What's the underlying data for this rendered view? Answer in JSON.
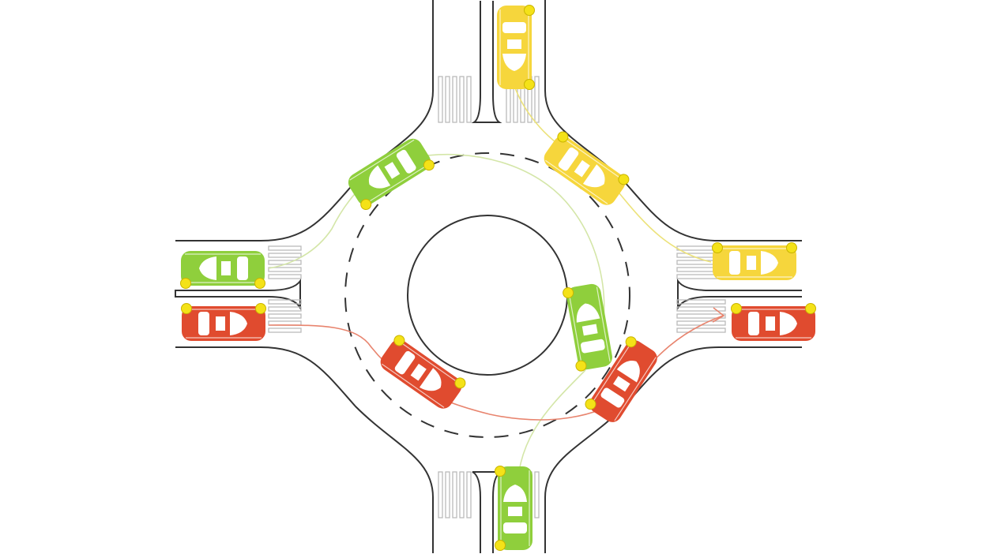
{
  "diagram": {
    "type": "roundabout-traffic-illustration",
    "colors": {
      "green": "#8fcf3c",
      "yellow": "#f6d63c",
      "red": "#e04b2f",
      "indicator": "#f4e218",
      "road_line": "#333333",
      "crosswalk": "#bbbbbb",
      "path_green": "#d4e6a8",
      "path_yellow": "#ece27a",
      "path_red": "#e8846e"
    },
    "cars": [
      {
        "color": "yellow"
      },
      {
        "color": "yellow"
      },
      {
        "color": "yellow"
      },
      {
        "color": "green"
      },
      {
        "color": "green"
      },
      {
        "color": "green"
      },
      {
        "color": "green"
      },
      {
        "color": "red"
      },
      {
        "color": "red"
      },
      {
        "color": "red"
      },
      {
        "color": "red"
      }
    ]
  }
}
